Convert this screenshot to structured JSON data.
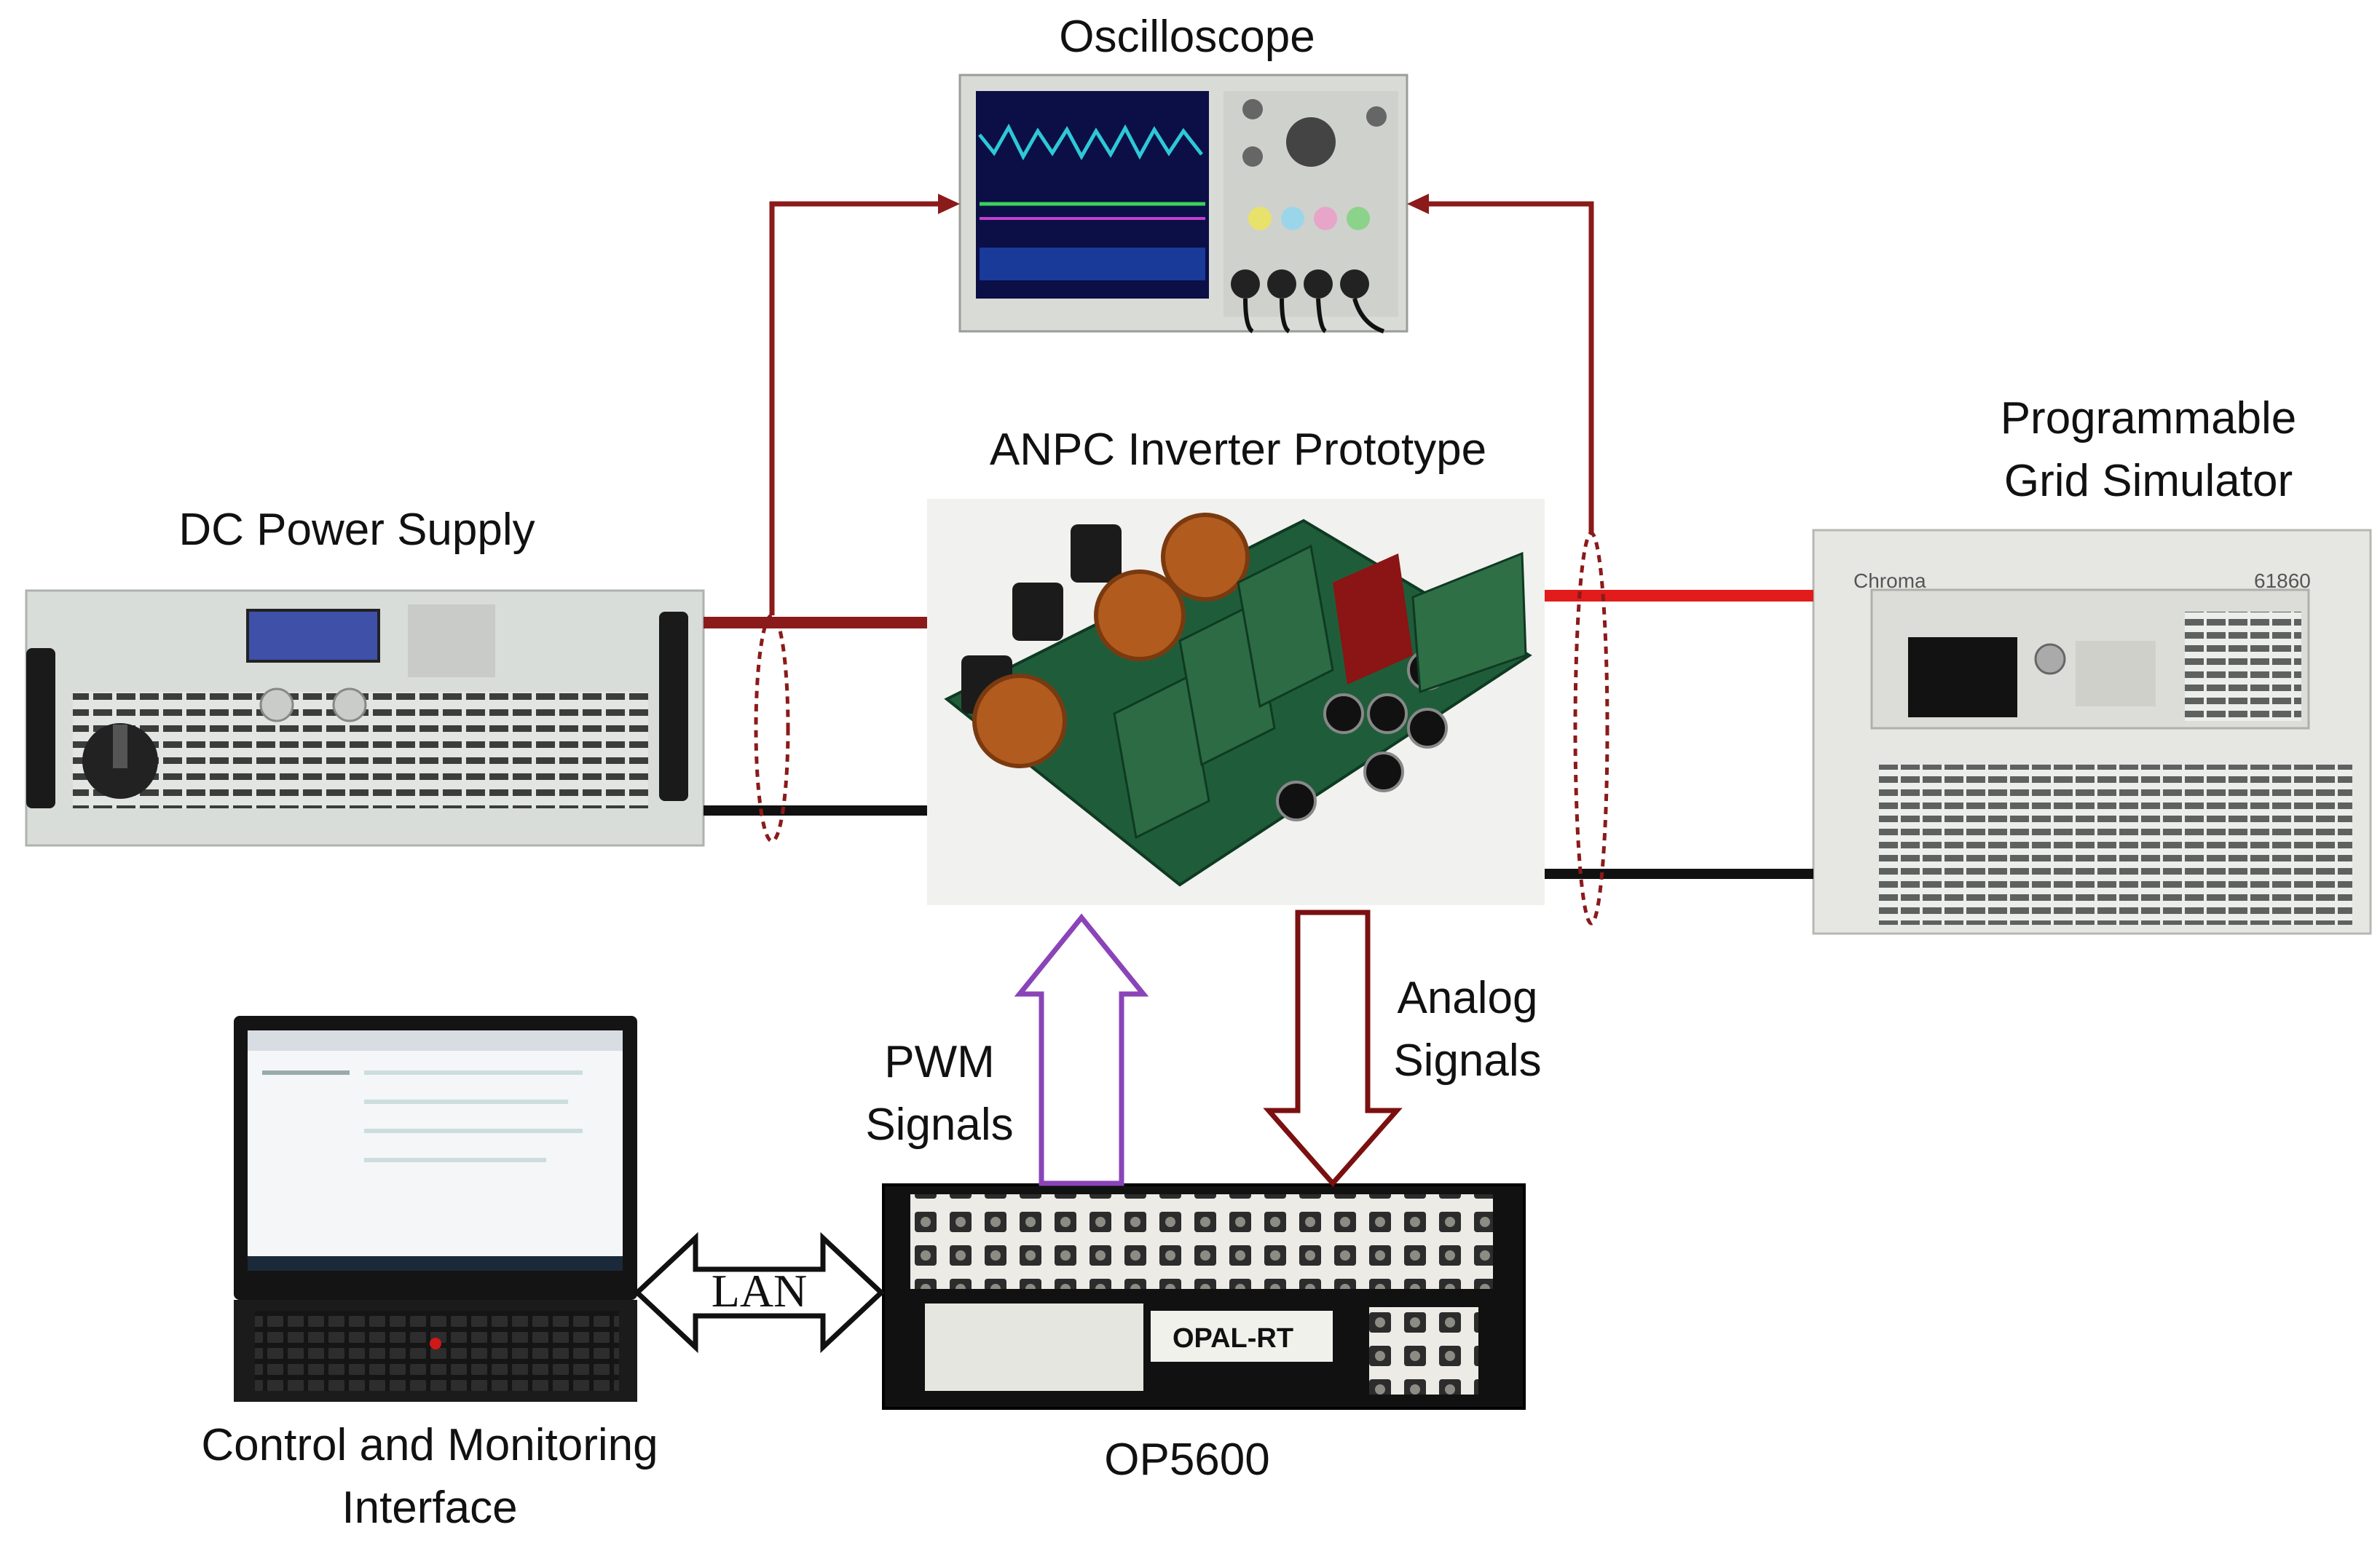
{
  "labels": {
    "oscilloscope": "Oscilloscope",
    "inverter": "ANPC Inverter Prototype",
    "dc_supply": "DC Power Supply",
    "grid_sim_line1": "Programmable",
    "grid_sim_line2": "Grid Simulator",
    "pwm_line1": "PWM",
    "pwm_line2": "Signals",
    "analog_line1": "Analog",
    "analog_line2": "Signals",
    "lan": "LAN",
    "op5600": "OP5600",
    "control_line1": "Control and Monitoring",
    "control_line2": "Interface"
  },
  "device_text": {
    "grid_sim_brand": "Chroma",
    "grid_sim_model": "61860",
    "op5600_brand": "OPAL-RT"
  },
  "colors": {
    "dc_line": "#8b1a1a",
    "ac_line": "#e21b1b",
    "neutral_line": "#111111",
    "pwm_arrow": "#8a44b8",
    "analog_arrow": "#7a1010",
    "device_panel": "#d8ddd9",
    "pcb_green": "#1f5d3a"
  }
}
